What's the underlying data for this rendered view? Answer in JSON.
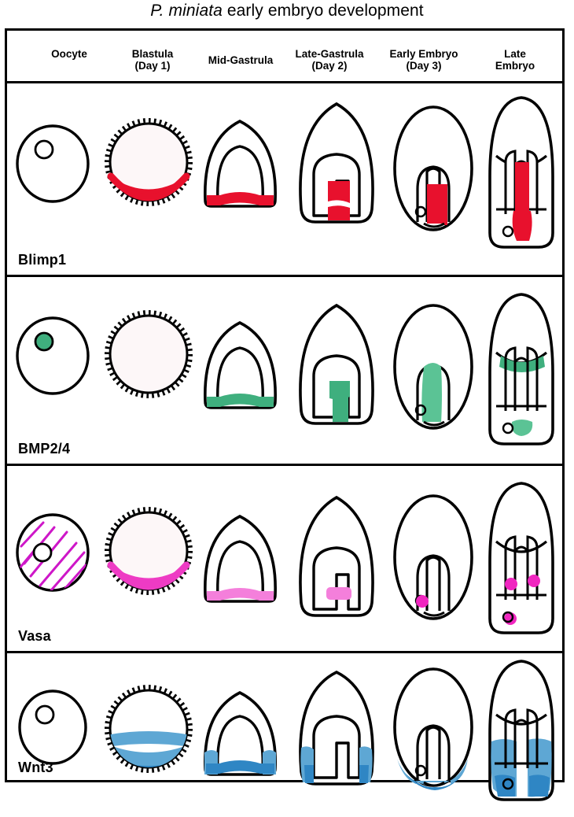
{
  "figure": {
    "title_species": "P. miniata",
    "title_rest": " early embryo development"
  },
  "columns": [
    {
      "id": "oocyte",
      "label_line1": "Oocyte",
      "label_line2": ""
    },
    {
      "id": "blastula",
      "label_line1": "Blastula",
      "label_line2": "(Day 1)"
    },
    {
      "id": "mid-gastrula",
      "label_line1": "Mid-Gastrula",
      "label_line2": ""
    },
    {
      "id": "late-gastrula",
      "label_line1": "Late-Gastrula",
      "label_line2": "(Day 2)"
    },
    {
      "id": "early-embryo",
      "label_line1": "Early Embryo",
      "label_line2": "(Day 3)"
    },
    {
      "id": "late-embryo",
      "label_line1": "Late",
      "label_line2": "Embryo"
    }
  ],
  "rows": [
    {
      "id": "blimp1",
      "label": "Blimp1",
      "color": "#E8112D",
      "expression": {
        "oocyte": "none",
        "blastula": "vegetal-crescent",
        "mid-gastrula": "blastopore-band",
        "late-gastrula": "archenteron-column",
        "early-embryo": "gut-column",
        "late-embryo": "gut-column-wide"
      }
    },
    {
      "id": "bmp24",
      "label": "BMP2/4",
      "color": "#3FAF7E",
      "expression": {
        "oocyte": "nucleus-filled",
        "blastula": "none",
        "mid-gastrula": "blastopore-band",
        "late-gastrula": "archenteron-short-column",
        "early-embryo": "full-gut-column",
        "late-embryo": "anterior-band-and-posterior-patch"
      }
    },
    {
      "id": "vasa",
      "label": "Vasa",
      "color": "#E92CC0",
      "expression": {
        "oocyte": "diagonal-streaks",
        "blastula": "vegetal-crescent",
        "mid-gastrula": "blastopore-band",
        "late-gastrula": "thin-band",
        "early-embryo": "single-dot",
        "late-embryo": "three-dots"
      }
    },
    {
      "id": "wnt3",
      "label": "Wnt3",
      "color": "#3C90C8",
      "expression": {
        "oocyte": "none",
        "blastula": "equatorial-ring",
        "mid-gastrula": "vegetal-lateral-patches",
        "late-gastrula": "lateral-vegetal-streaks",
        "early-embryo": "posterior-smear",
        "late-embryo": "posterior-lateral-smear"
      }
    }
  ]
}
